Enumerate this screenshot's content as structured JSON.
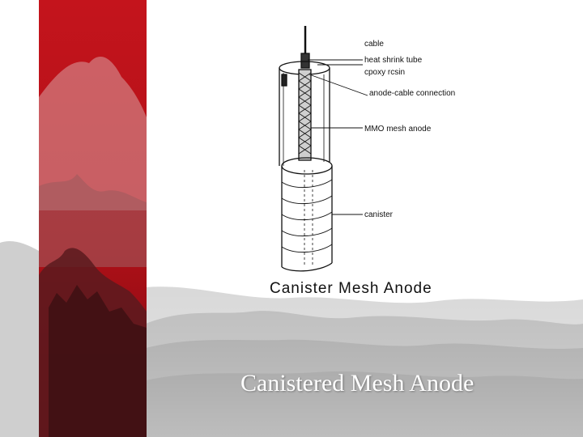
{
  "slide": {
    "title": "Canistered Mesh Anode",
    "accent_color": "#b5121b"
  },
  "diagram": {
    "caption": "Canister Mesh Anode",
    "labels": {
      "cable": "cable",
      "heat_shrink_tube": "heat  shrink tube",
      "epoxy_resin": "cpoxy rcsin",
      "anode_cable_connection": "anode-cable connection",
      "mmo_mesh_anode": "MMO mesh anode",
      "canister": "canister"
    }
  }
}
